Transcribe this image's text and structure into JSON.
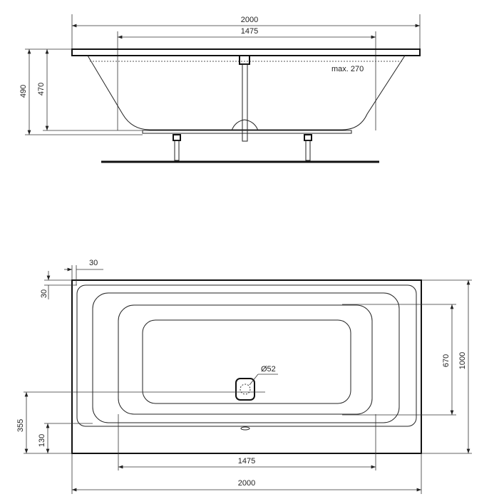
{
  "side_view": {
    "overall_length": "2000",
    "leg_spacing": "1475",
    "height_total": "490",
    "height_rim": "470",
    "overflow_note": "max. 270"
  },
  "plan_view": {
    "rim_left": "30",
    "rim_top": "30",
    "width_total": "1000",
    "inner_width": "670",
    "drain_diameter": "Ø52",
    "drain_offset": "355",
    "front_offset": "130",
    "leg_spacing": "1475",
    "overall_length": "2000"
  }
}
